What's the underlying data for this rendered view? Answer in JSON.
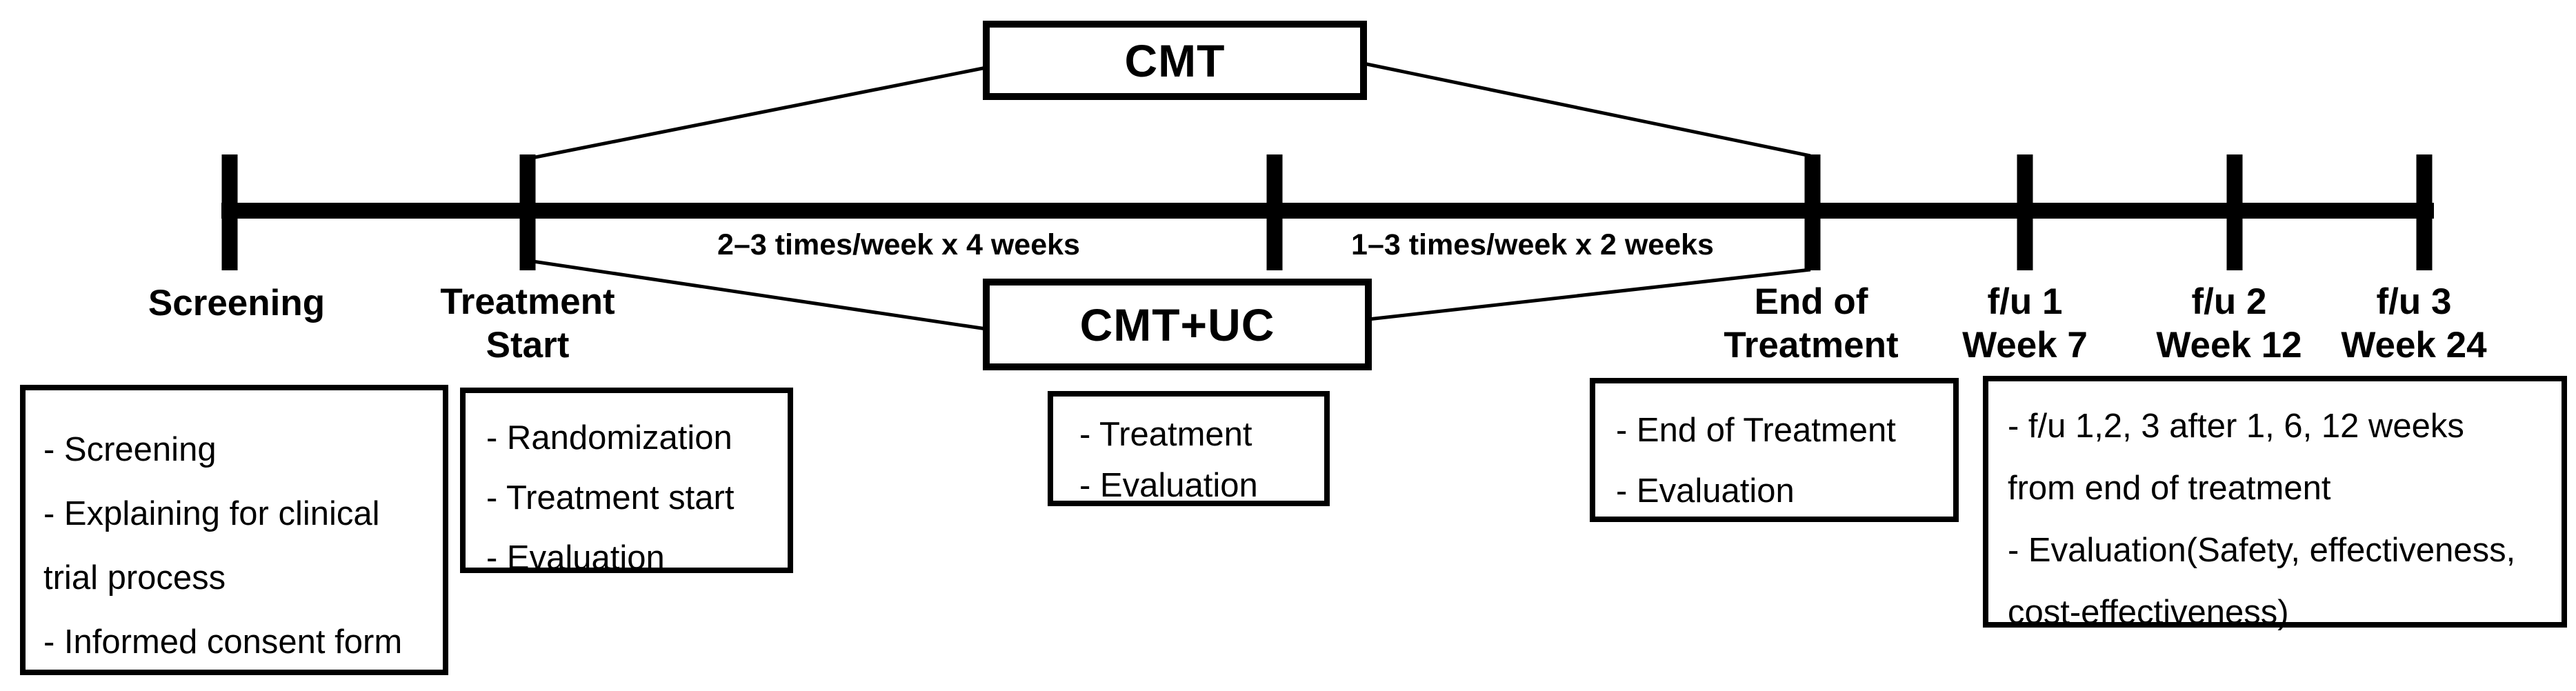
{
  "figure": {
    "background_color": "#ffffff",
    "ink_color": "#000000",
    "description": "Clinical trial timeline diagram with CMT and CMT+UC arms"
  },
  "arms": {
    "cmt": {
      "label": "CMT"
    },
    "cmt_uc": {
      "label": "CMT+UC"
    }
  },
  "timeline": {
    "segments": {
      "first": "2–3 times/week x 4 weeks",
      "second": "1–3 times/week x 2 weeks"
    },
    "milestones": {
      "screening": {
        "lines": [
          "Screening"
        ]
      },
      "treatment_start": {
        "lines": [
          "Treatment",
          "Start"
        ]
      },
      "end_of_treatment": {
        "lines": [
          "End of",
          "Treatment"
        ]
      },
      "fu1": {
        "lines": [
          "f/u 1",
          "Week 7"
        ]
      },
      "fu2": {
        "lines": [
          "f/u 2",
          "Week 12"
        ]
      },
      "fu3": {
        "lines": [
          "f/u 3",
          "Week 24"
        ]
      }
    }
  },
  "note_boxes": {
    "screening": {
      "lines": [
        "- Screening",
        "- Explaining for clinical",
        "trial process",
        "- Informed consent form"
      ]
    },
    "treatment_start": {
      "lines": [
        "- Randomization",
        "- Treatment start",
        "- Evaluation"
      ]
    },
    "treatment_period": {
      "lines": [
        "- Treatment",
        "- Evaluation"
      ]
    },
    "end_of_treatment": {
      "lines": [
        "- End of Treatment",
        "- Evaluation"
      ]
    },
    "follow_up": {
      "lines": [
        "- f/u 1,2, 3 after 1, 6, 12 weeks",
        "from end of treatment",
        "- Evaluation(Safety, effectiveness,",
        "cost-effectiveness)"
      ]
    }
  }
}
